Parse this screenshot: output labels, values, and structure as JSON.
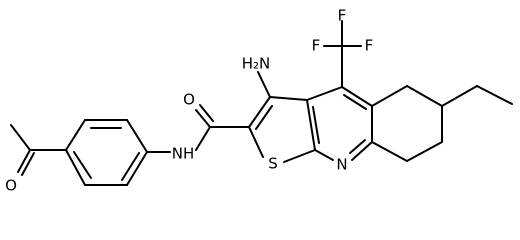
{
  "molecule": {
    "atom_labels": {
      "f1": "F",
      "f2": "F",
      "f3": "F",
      "amine": "H₂N",
      "carbonyl_oxygen": "O",
      "amide_nh": "NH",
      "sulfur": "S",
      "pyridine_n": "N",
      "acetyl_oxygen": "O"
    },
    "colors": {
      "bond": "#000000",
      "text": "#000000",
      "background": "#ffffff"
    }
  }
}
